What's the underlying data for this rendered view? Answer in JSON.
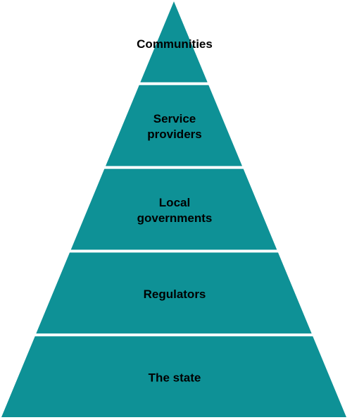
{
  "diagram": {
    "fill_color": "#0e9196",
    "separator_color": "#ffffff",
    "text_color": "#000000",
    "tiers": [
      {
        "lines": [
          "Communities"
        ]
      },
      {
        "lines": [
          "Service",
          "providers"
        ]
      },
      {
        "lines": [
          "Local",
          "governments"
        ]
      },
      {
        "lines": [
          "Regulators"
        ]
      },
      {
        "lines": [
          "The state"
        ]
      }
    ]
  }
}
